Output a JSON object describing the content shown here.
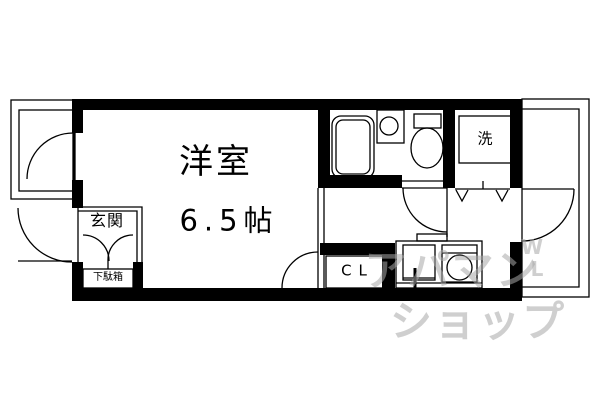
{
  "rooms": {
    "main_room": {
      "name": "洋室",
      "size": "6.5帖"
    },
    "entrance": {
      "name": "玄関"
    },
    "shoe_cabinet": {
      "name": "下駄箱"
    },
    "closet": {
      "name": "CL"
    },
    "laundry": {
      "name": "洗"
    }
  },
  "watermark": {
    "line1": "アパマン",
    "line2": "ショップ",
    "mark_top": "W",
    "mark_bottom": "L"
  },
  "colors": {
    "wall": "#000000",
    "background": "#ffffff",
    "watermark_gray": "#a8a8a8"
  }
}
